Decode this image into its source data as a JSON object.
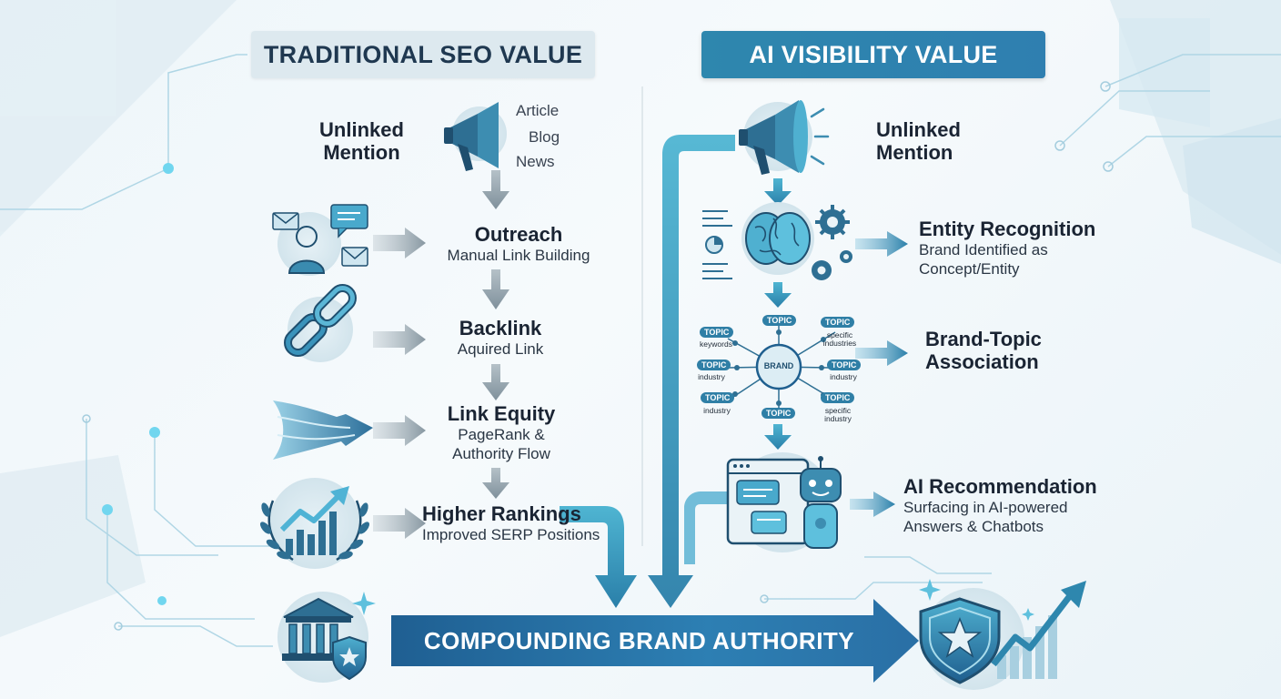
{
  "left_column": {
    "header": "TRADITIONAL SEO VALUE",
    "start": {
      "title_line1": "Unlinked",
      "title_line2": "Mention"
    },
    "source_labels": [
      "Article",
      "Blog",
      "News"
    ],
    "steps": [
      {
        "title": "Outreach",
        "subtitle_line1": "Manual Link Building",
        "subtitle_line2": ""
      },
      {
        "title": "Backlink",
        "subtitle_line1": "Aquired Link",
        "subtitle_line2": ""
      },
      {
        "title": "Link Equity",
        "subtitle_line1": "PageRank &",
        "subtitle_line2": "Authority Flow"
      },
      {
        "title": "Higher Rankings",
        "subtitle_line1": "Improved SERP Positions",
        "subtitle_line2": ""
      }
    ]
  },
  "right_column": {
    "header": "AI VISIBILITY VALUE",
    "start": {
      "title_line1": "Unlinked",
      "title_line2": "Mention"
    },
    "steps": [
      {
        "title_line1": "Entity Recognition",
        "title_line2": "",
        "subtitle_line1": "Brand Identified as",
        "subtitle_line2": "Concept/Entity"
      },
      {
        "title_line1": "Brand-Topic",
        "title_line2": "Association",
        "subtitle_line1": "",
        "subtitle_line2": ""
      },
      {
        "title_line1": "AI Recommendation",
        "title_line2": "",
        "subtitle_line1": "Surfacing in AI-powered",
        "subtitle_line2": "Answers & Chatbots"
      }
    ],
    "topic_network": {
      "center": "BRAND",
      "nodes": [
        {
          "chip": "TOPIC",
          "sub": ""
        },
        {
          "chip": "TOPIC",
          "sub": "keywords"
        },
        {
          "chip": "TOPIC",
          "sub": "specific industries"
        },
        {
          "chip": "TOPIC",
          "sub": "industry"
        },
        {
          "chip": "TOPIC",
          "sub": "industry"
        },
        {
          "chip": "TOPIC",
          "sub": "industry"
        },
        {
          "chip": "TOPIC",
          "sub": "specific industry"
        },
        {
          "chip": "TOPIC",
          "sub": ""
        }
      ]
    }
  },
  "outcome": {
    "label": "COMPOUNDING BRAND AUTHORITY"
  },
  "icons": {
    "left_start": "megaphone-icon",
    "outreach": "person-message-icon",
    "backlink": "chain-link-icon",
    "link_equity": "flow-arrow-icon",
    "rankings": "laurel-growth-chart-icon",
    "right_start": "megaphone-icon",
    "entity": "brain-gears-icon",
    "ai": "chatbot-icon",
    "outcome_left": "institution-shield-icon",
    "outcome_right": "shield-growth-icon"
  },
  "colors": {
    "dark_navy": "#1f3850",
    "accent_teal": "#2e87ae",
    "arrow_gray": "#8a9aa4",
    "arrow_blue": "#2f7fb0"
  }
}
